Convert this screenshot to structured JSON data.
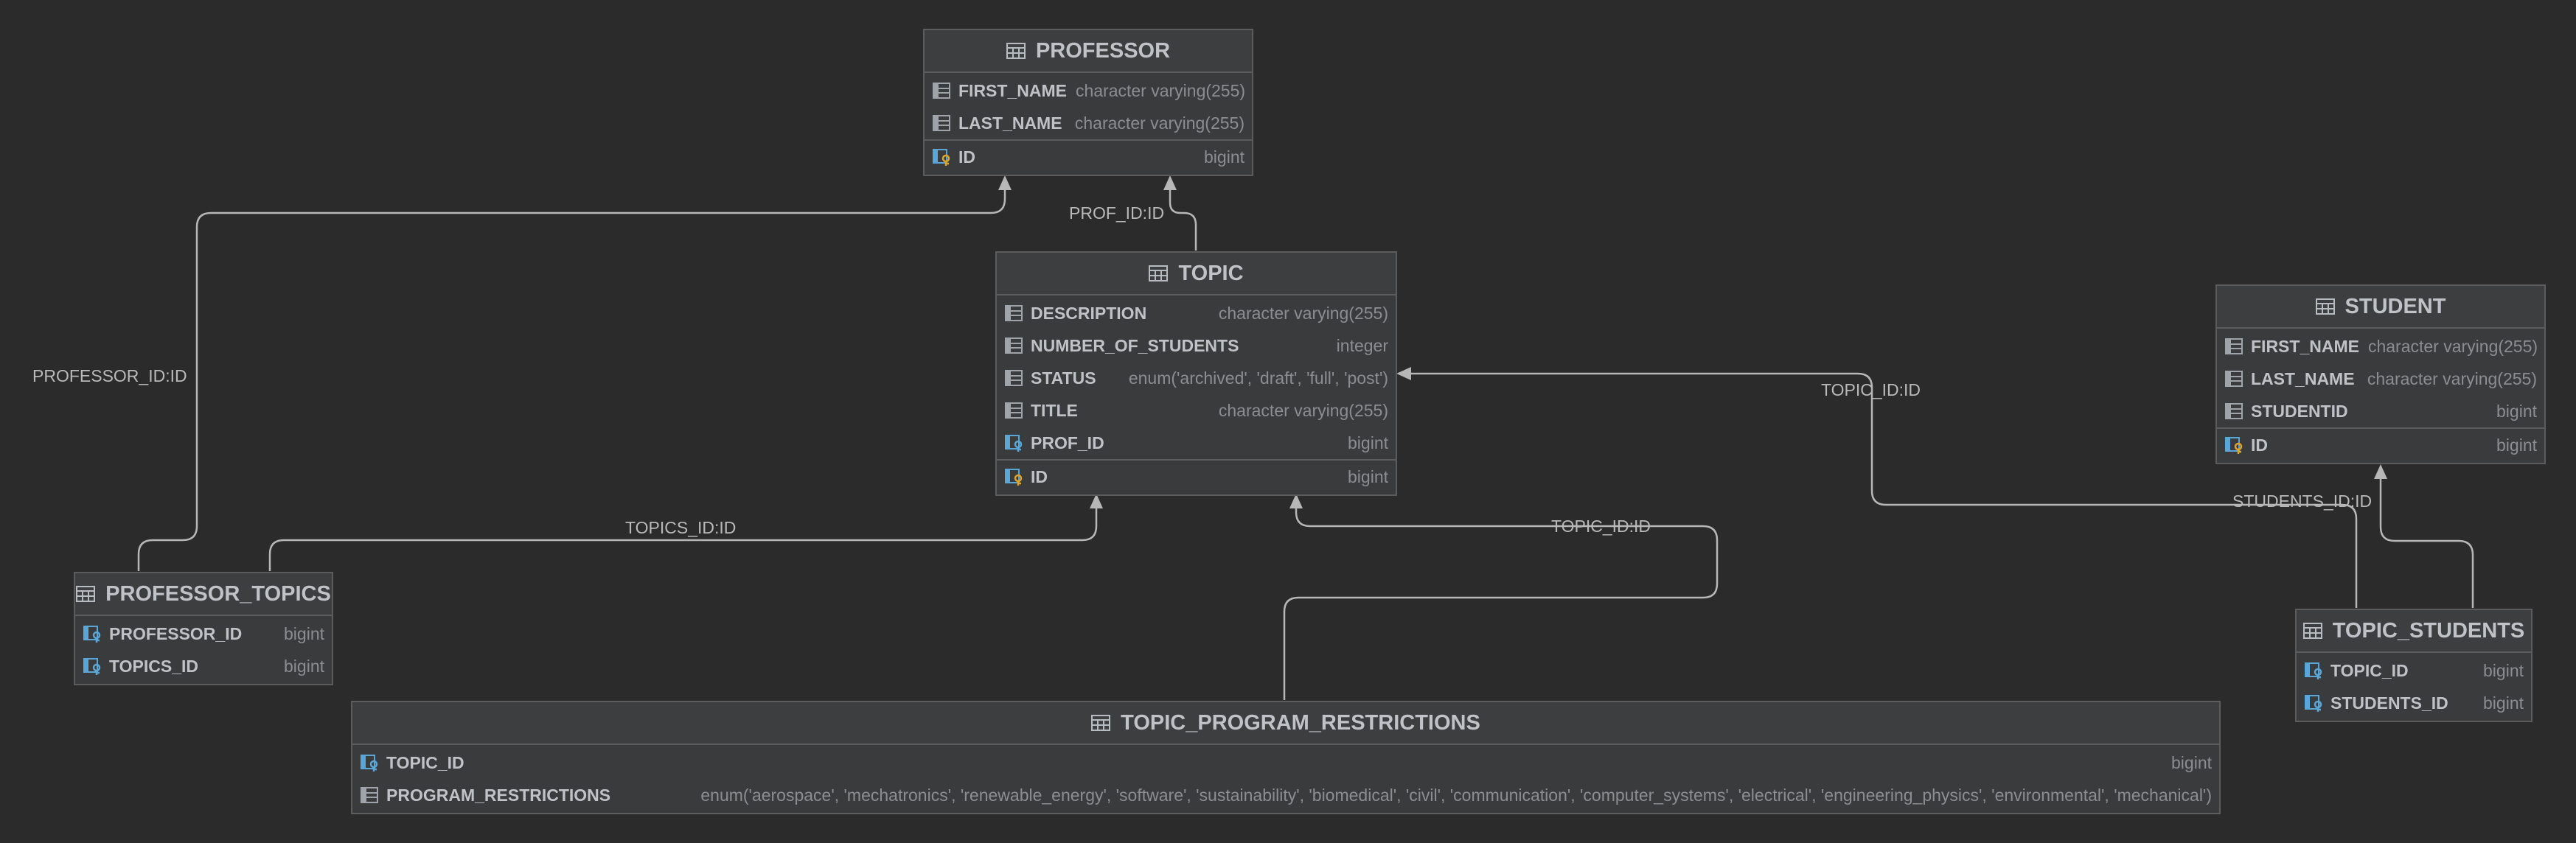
{
  "tables": {
    "professor": {
      "name": "PROFESSOR",
      "columns": [
        {
          "name": "FIRST_NAME",
          "type": "character varying(255)"
        },
        {
          "name": "LAST_NAME",
          "type": "character varying(255)"
        }
      ],
      "pk": {
        "name": "ID",
        "type": "bigint"
      }
    },
    "topic": {
      "name": "TOPIC",
      "columns": [
        {
          "name": "DESCRIPTION",
          "type": "character varying(255)"
        },
        {
          "name": "NUMBER_OF_STUDENTS",
          "type": "integer"
        },
        {
          "name": "STATUS",
          "type": "enum('archived', 'draft', 'full', 'post')"
        },
        {
          "name": "TITLE",
          "type": "character varying(255)"
        },
        {
          "name": "PROF_ID",
          "type": "bigint"
        }
      ],
      "pk": {
        "name": "ID",
        "type": "bigint"
      }
    },
    "student": {
      "name": "STUDENT",
      "columns": [
        {
          "name": "FIRST_NAME",
          "type": "character varying(255)"
        },
        {
          "name": "LAST_NAME",
          "type": "character varying(255)"
        },
        {
          "name": "STUDENTID",
          "type": "bigint"
        }
      ],
      "pk": {
        "name": "ID",
        "type": "bigint"
      }
    },
    "professor_topics": {
      "name": "PROFESSOR_TOPICS",
      "columns": [
        {
          "name": "PROFESSOR_ID",
          "type": "bigint"
        },
        {
          "name": "TOPICS_ID",
          "type": "bigint"
        }
      ]
    },
    "topic_students": {
      "name": "TOPIC_STUDENTS",
      "columns": [
        {
          "name": "TOPIC_ID",
          "type": "bigint"
        },
        {
          "name": "STUDENTS_ID",
          "type": "bigint"
        }
      ]
    },
    "topic_program_restrictions": {
      "name": "TOPIC_PROGRAM_RESTRICTIONS",
      "columns": [
        {
          "name": "TOPIC_ID",
          "type": "bigint"
        },
        {
          "name": "PROGRAM_RESTRICTIONS",
          "type": "enum('aerospace', 'mechatronics', 'renewable_energy', 'software', 'sustainability', 'biomedical', 'civil', 'communication', 'computer_systems', 'electrical', 'engineering_physics', 'environmental', 'mechanical')"
        }
      ]
    }
  },
  "relations": {
    "prof_id": "PROF_ID:ID",
    "professor_id": "PROFESSOR_ID:ID",
    "topics_id": "TOPICS_ID:ID",
    "topic_id_restrictions": "TOPIC_ID:ID",
    "topic_id_students": "TOPIC_ID:ID",
    "students_id": "STUDENTS_ID:ID"
  }
}
